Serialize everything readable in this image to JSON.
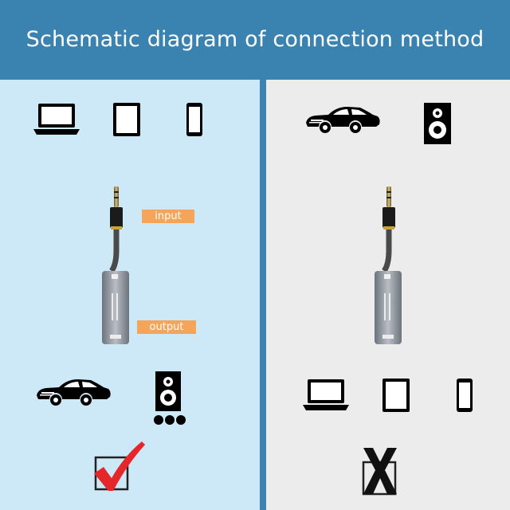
{
  "header": {
    "title": "Schematic diagram of connection method"
  },
  "left_panel": {
    "input_label": "input",
    "output_label": "output",
    "source_devices": [
      "laptop-icon",
      "tablet-icon",
      "phone-icon"
    ],
    "target_devices": [
      "car-icon",
      "speaker-icon"
    ],
    "verdict": "check-mark-icon"
  },
  "right_panel": {
    "source_devices": [
      "car-icon",
      "speaker-icon"
    ],
    "target_devices": [
      "laptop-icon",
      "tablet-icon",
      "phone-icon"
    ],
    "verdict": "x-mark-icon"
  },
  "colors": {
    "header_bg": "#3a82b0",
    "left_panel_bg": "#cde9f8",
    "right_panel_bg": "#ececec",
    "label_bg": "#f4a55a",
    "check_red": "#e5262a"
  }
}
